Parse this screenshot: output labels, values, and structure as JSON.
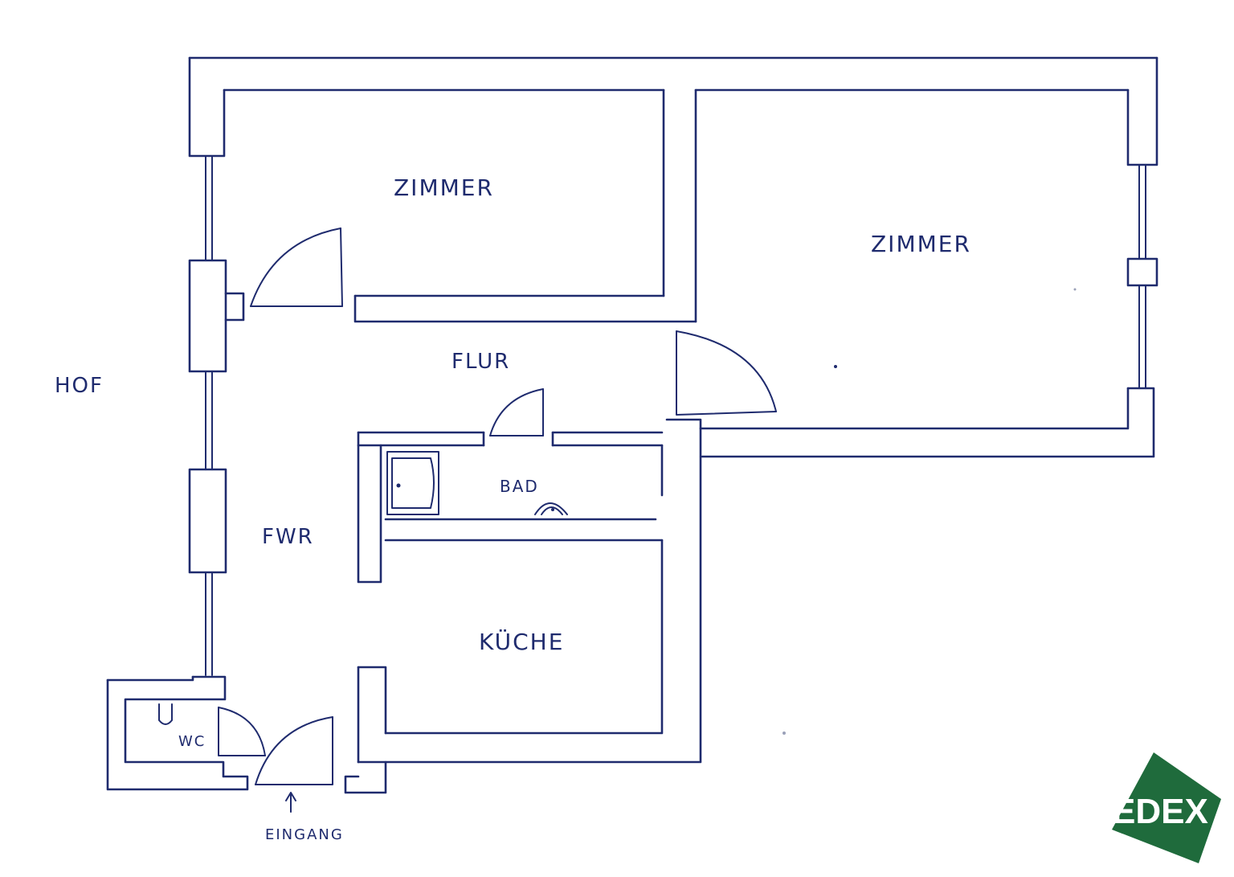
{
  "rooms": {
    "zimmer_left": "ZIMMER",
    "zimmer_right": "ZIMMER",
    "flur_top": "FLUR",
    "flur_left": "FWR",
    "bad": "BAD",
    "kueche": "KÜCHE",
    "wc": "WC"
  },
  "outside": {
    "hof": "HOF",
    "eingang": "EINGANG"
  },
  "logo": {
    "text": "EDEX",
    "color": "#1f6b3c"
  },
  "colors": {
    "ink": "#1f2b6e",
    "background": "#ffffff"
  }
}
